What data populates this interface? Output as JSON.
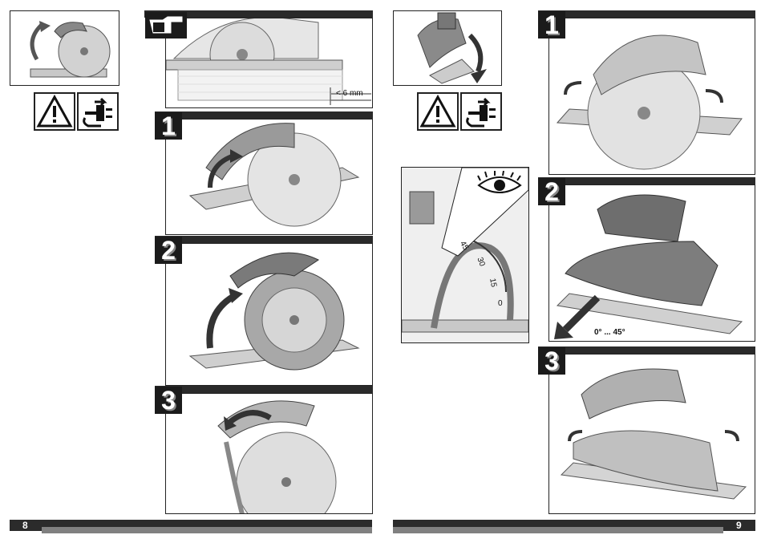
{
  "page_left": {
    "number": "8"
  },
  "page_right": {
    "number": "9"
  },
  "left_top_panel": {
    "depth_label": "< 6 mm"
  },
  "left_steps": [
    {
      "label": "1"
    },
    {
      "label": "2"
    },
    {
      "label": "3"
    }
  ],
  "right_steps": [
    {
      "label": "1"
    },
    {
      "label": "2"
    },
    {
      "label": "3"
    }
  ],
  "bevel_scale": {
    "ticks": [
      "45",
      "30",
      "15",
      "0"
    ]
  },
  "right_step2": {
    "angle_label": "0° ... 45°"
  },
  "icons": {
    "warning": "warning-triangle-icon",
    "unplug": "unplug-icon",
    "pointing_hand": "pointing-hand-icon",
    "eye": "eye-icon"
  },
  "colors": {
    "bar": "#2a2a2a",
    "footer_grey": "#808080",
    "tool_grey": "#bdbdbd"
  }
}
